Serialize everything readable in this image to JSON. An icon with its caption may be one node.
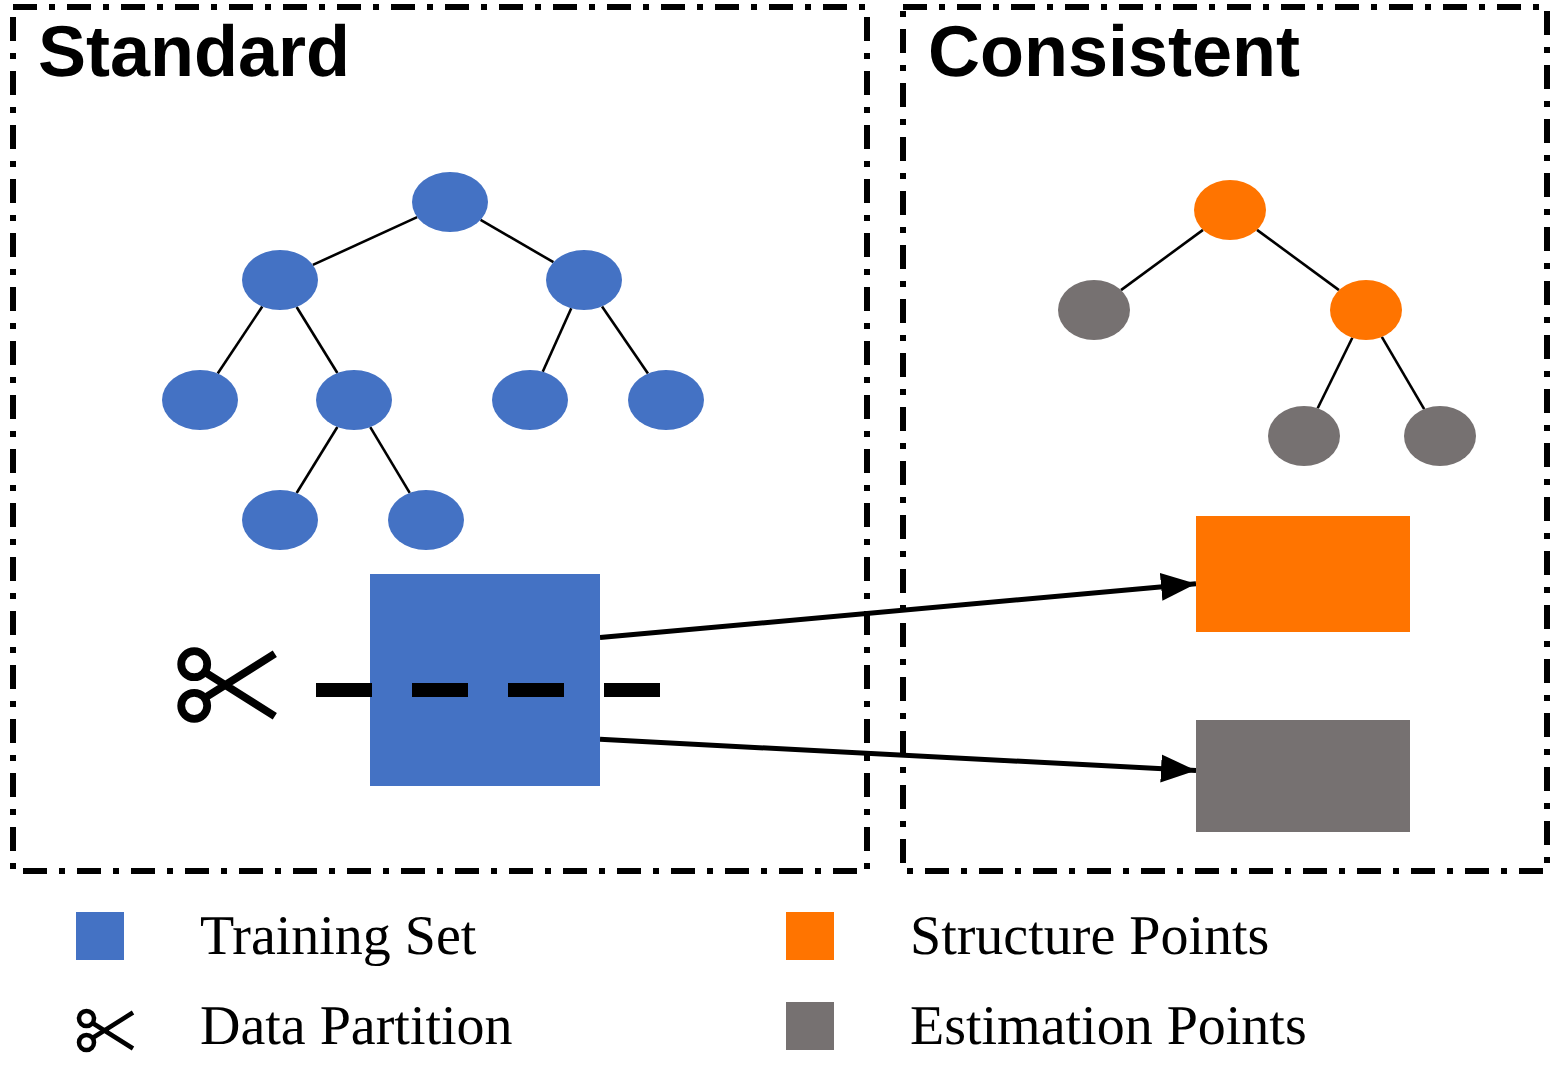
{
  "diagram": {
    "nodes": [
      {
        "text": [
          "Standard"
        ]
      },
      {
        "text": [],
        "shape": "circle",
        "in": 0
      },
      {
        "text": [],
        "shape": "circle",
        "in": 0
      },
      {
        "text": [],
        "shape": "circle",
        "in": 0
      },
      {
        "text": [],
        "shape": "circle",
        "in": 0
      },
      {
        "text": [],
        "shape": "circle",
        "in": 0
      },
      {
        "text": [],
        "shape": "circle",
        "in": 0
      },
      {
        "text": [],
        "shape": "circle",
        "in": 0
      },
      {
        "text": [],
        "shape": "circle",
        "in": 0
      },
      {
        "text": [],
        "shape": "circle",
        "in": 0
      },
      {
        "text": [],
        "shape": "box",
        "in": 0
      },
      {
        "text": [
          "Consistent"
        ]
      },
      {
        "text": [],
        "shape": "circle",
        "in": 11
      },
      {
        "text": [],
        "shape": "circle",
        "in": 11
      },
      {
        "text": [],
        "shape": "circle",
        "in": 11
      },
      {
        "text": [],
        "shape": "circle",
        "in": 11
      },
      {
        "text": [],
        "shape": "circle",
        "in": 11
      },
      {
        "text": [],
        "shape": "box",
        "in": 11
      },
      {
        "text": [],
        "shape": "box",
        "in": 11
      }
    ],
    "edges": [
      {
        "from": 1,
        "to": 2,
        "arrow": "none"
      },
      {
        "from": 1,
        "to": 3,
        "arrow": "none"
      },
      {
        "from": 2,
        "to": 4,
        "arrow": "none"
      },
      {
        "from": 2,
        "to": 5,
        "arrow": "none"
      },
      {
        "from": 5,
        "to": 8,
        "arrow": "none"
      },
      {
        "from": 5,
        "to": 9,
        "arrow": "none"
      },
      {
        "from": 3,
        "to": 6,
        "arrow": "none"
      },
      {
        "from": 3,
        "to": 7,
        "arrow": "none"
      },
      {
        "from": 12,
        "to": 13,
        "arrow": "none"
      },
      {
        "from": 12,
        "to": 14,
        "arrow": "none"
      },
      {
        "from": 14,
        "to": 15,
        "arrow": "none"
      },
      {
        "from": 14,
        "to": 16,
        "arrow": "none"
      },
      {
        "from": 10,
        "to": 17,
        "arrow": "to"
      },
      {
        "from": 10,
        "to": 18,
        "arrow": "to"
      }
    ],
    "legend": [
      {
        "text": "Training Set",
        "color": "#4472c4"
      },
      {
        "text": "Data Partition"
      },
      {
        "text": "Structure Points",
        "color": "#ff7400"
      },
      {
        "text": "Estimation Points",
        "color": "#767171"
      }
    ]
  }
}
